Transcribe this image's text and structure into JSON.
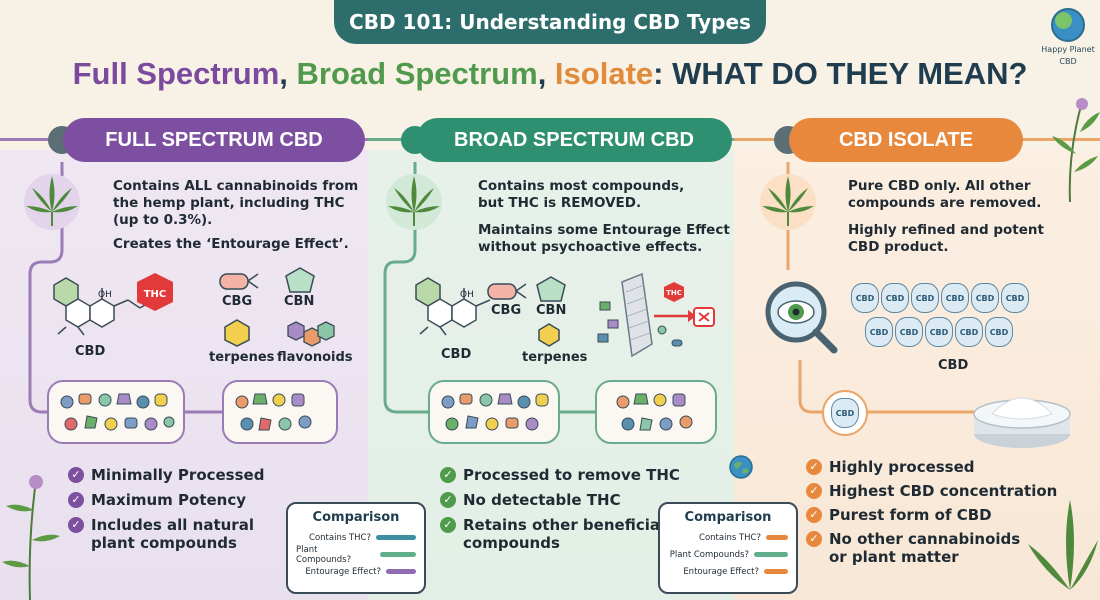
{
  "header": {
    "banner": "CBD 101: Understanding CBD Types",
    "headline_full": "Full Spectrum",
    "headline_broad": "Broad Spectrum",
    "headline_iso": "Isolate",
    "headline_rest": ": WHAT DO THEY MEAN?",
    "sep1": ", ",
    "sep2": ", ",
    "logo_line1": "Happy Planet",
    "logo_line2": "CBD"
  },
  "colors": {
    "full": "#7d4fa1",
    "broad": "#2f8f71",
    "isolate": "#e7883c",
    "teal": "#2d6e6c"
  },
  "full": {
    "title": "FULL SPECTRUM CBD",
    "desc1_l1": "Contains ALL cannabinoids from",
    "desc1_l2": "the hemp plant, including THC",
    "desc1_l3": "(up to 0.3%).",
    "desc2": "Creates the ‘Entourage Effect’.",
    "mol_cbd": "CBD",
    "mol_oh": "OH",
    "mol_thc": "THC",
    "mol_cbg": "CBG",
    "mol_cbn": "CBN",
    "mol_terpenes": "terpenes",
    "mol_flavonoids": "flavonoids",
    "bullets": [
      "Minimally Processed",
      "Maximum Potency",
      "Includes all natural",
      "plant compounds"
    ]
  },
  "broad": {
    "title": "BROAD SPECTRUM CBD",
    "desc1_l1": "Contains most compounds,",
    "desc1_l2": "but THC is REMOVED.",
    "desc2_l1": "Maintains some Entourage Effect",
    "desc2_l2": "without psychoactive effects.",
    "mol_cbd": "CBD",
    "mol_oh": "OH",
    "mol_cbg": "CBG",
    "mol_cbn": "CBN",
    "mol_terpenes": "terpenes",
    "mol_thc": "THC",
    "bullets": [
      "Processed to remove THC",
      "No detectable THC",
      "Retains other beneficial",
      "compounds"
    ]
  },
  "isolate": {
    "title": "CBD ISOLATE",
    "desc1_l1": "Pure CBD only. All other",
    "desc1_l2": "compounds are removed.",
    "desc2_l1": "Highly refined and potent",
    "desc2_l2": "CBD product.",
    "gem_label": "CBD",
    "grid_label": "CBD",
    "bullets": [
      "Highly processed",
      "Highest CBD concentration",
      "Purest form of CBD",
      "No other cannabinoids",
      "or plant matter"
    ]
  },
  "comparison": {
    "title": "Comparison",
    "rows": [
      "Contains THC?",
      "Plant Compounds?",
      "Entourage Effect?"
    ],
    "full_levels": [
      1.0,
      0.9,
      0.75
    ],
    "broad_levels": [
      0.55,
      0.85,
      0.6
    ]
  }
}
